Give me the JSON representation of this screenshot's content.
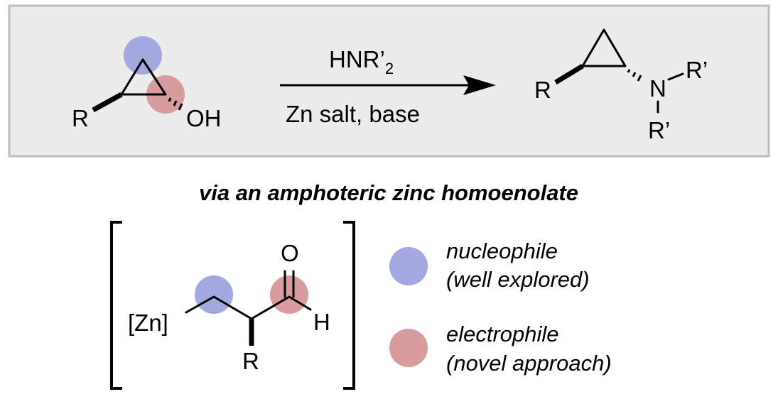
{
  "colors": {
    "box_fill": "#ececec",
    "box_border": "#bdbdbd",
    "nucleophile": "#a3a8e1",
    "electrophile": "#d89b9e"
  },
  "reaction": {
    "reactant_r": "R",
    "reactant_oh": "OH",
    "reagent_top": "HNR’",
    "reagent_top_subscript": "2",
    "reagent_bottom": "Zn salt, base",
    "product_r": "R",
    "product_n": "N",
    "product_r_prime_right": "R’",
    "product_r_prime_bottom": "R’"
  },
  "mechanism": {
    "title": "via an amphoteric zinc homoenolate",
    "zn_label": "[Zn]",
    "oxygen": "O",
    "hydrogen": "H",
    "r_group": "R"
  },
  "legend": [
    {
      "label": "nucleophile",
      "note": "(well explored)",
      "color_key": "nucleophile"
    },
    {
      "label": "electrophile",
      "note": "(novel approach)",
      "color_key": "electrophile"
    }
  ]
}
